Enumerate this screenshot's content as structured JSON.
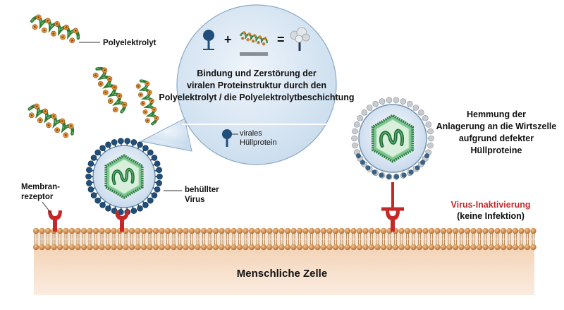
{
  "labels": {
    "polyelectrolyte": "Polyelektrolyt",
    "binding_text": "Bindung und Zerstörung der viralen Proteinstruktur durch den Polyelektrolyt / die Polyelektrolytbeschichtung",
    "viral_protein": "virales Hüllprotein",
    "enveloped_virus": "behüllter Virus",
    "membrane_receptor": "Membran-rezeptor",
    "inhibition_text": "Hemmung der Anlagerung an die Wirtszelle aufgrund defekter Hüllproteine",
    "inactivation": "Virus-Inaktivierung",
    "no_infection": "(keine Infektion)",
    "human_cell": "Menschliche Zelle",
    "plus": "+",
    "equals": "="
  },
  "colors": {
    "polyelectrolyte_green": "#2e7d32",
    "charge_orange": "#e8953a",
    "protein_blue": "#1f4f7a",
    "capsid_green": "#5fb277",
    "bubble_fill": "#dbe8f4",
    "cell_fill": "#f6dcc4",
    "receptor_red": "#c62828",
    "inactivation_red": "#c62828",
    "damaged_protein": "#c8ccd0"
  }
}
